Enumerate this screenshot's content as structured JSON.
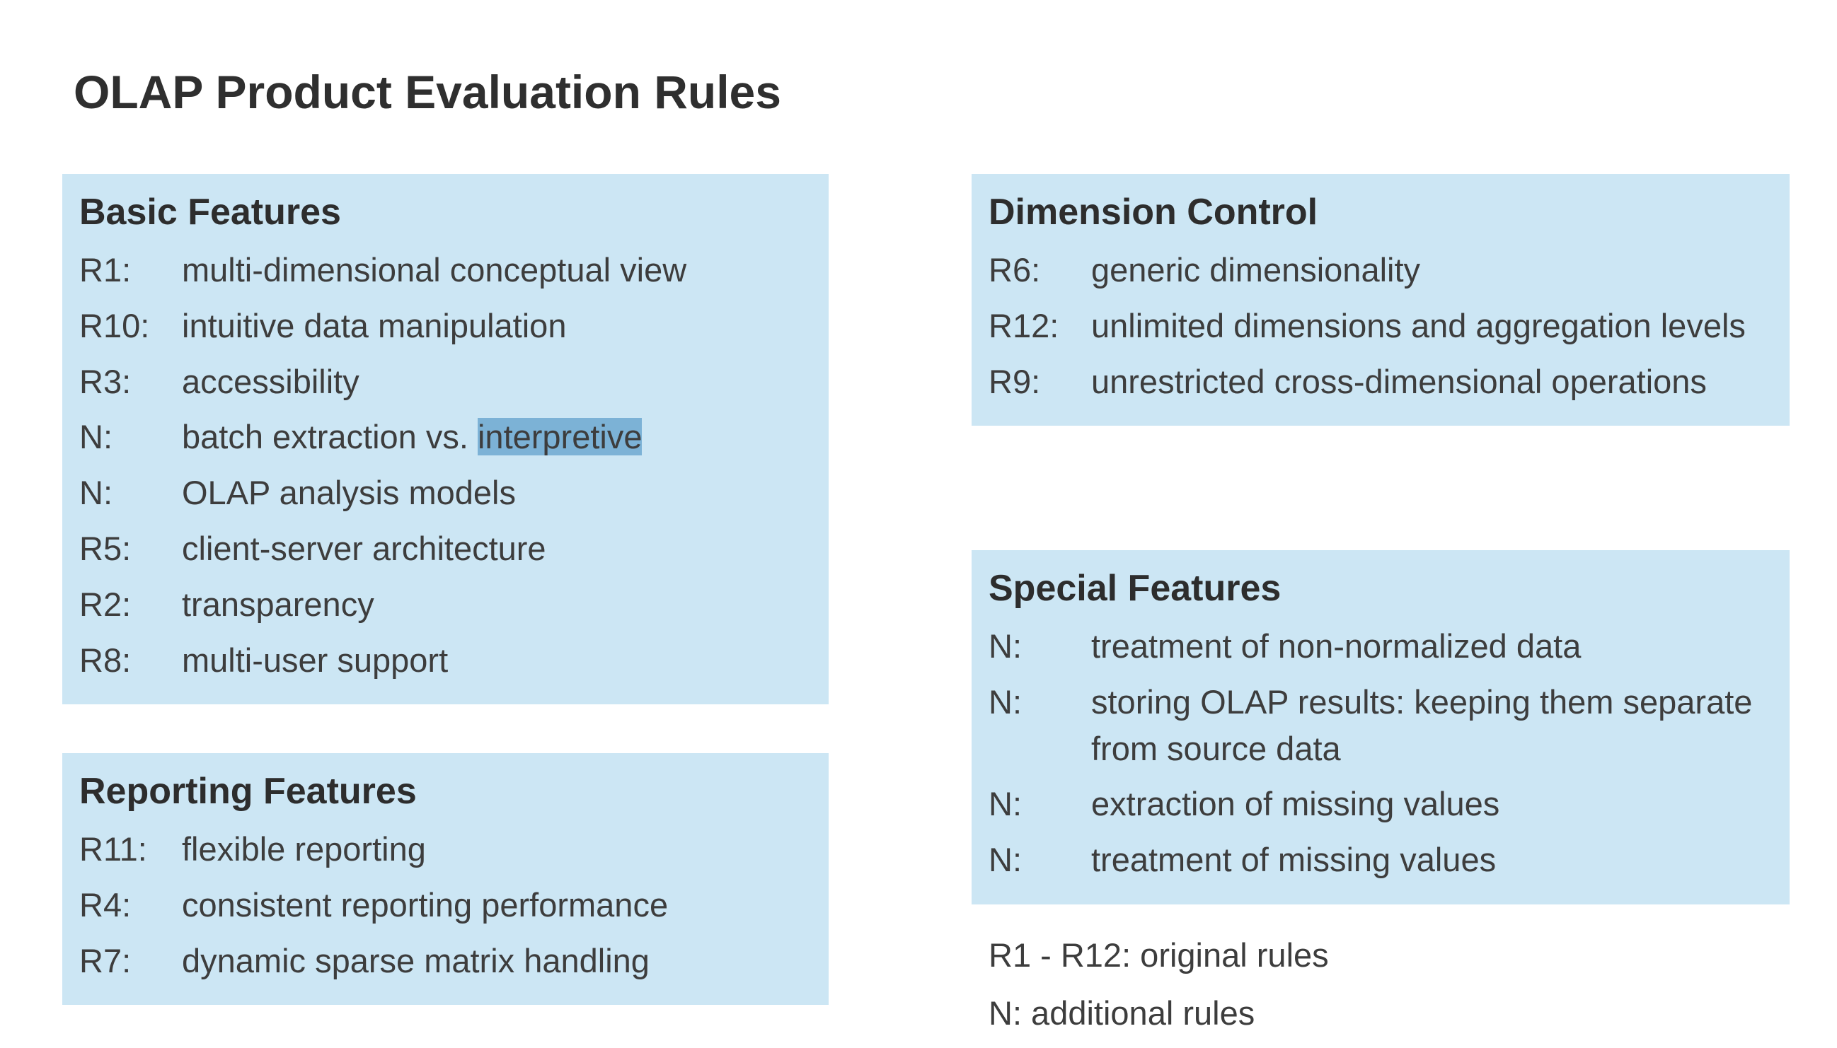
{
  "title": "OLAP Product Evaluation Rules",
  "colors": {
    "box_background": "#cce6f4",
    "highlight_background": "#7cb2d6",
    "text": "#3d3d3d"
  },
  "boxes": {
    "basic": {
      "heading": "Basic Features",
      "items": [
        {
          "label": "R1:",
          "text": "multi-dimensional conceptual view"
        },
        {
          "label": "R10:",
          "text": "intuitive data manipulation"
        },
        {
          "label": "R3:",
          "text": "accessibility"
        },
        {
          "label": "N:",
          "text_before": "batch extraction vs. ",
          "highlight": "interpretive"
        },
        {
          "label": "N:",
          "text": "OLAP analysis models"
        },
        {
          "label": "R5:",
          "text": "client-server architecture"
        },
        {
          "label": "R2:",
          "text": "transparency"
        },
        {
          "label": "R8:",
          "text": "multi-user support"
        }
      ]
    },
    "dimension": {
      "heading": "Dimension Control",
      "items": [
        {
          "label": "R6:",
          "text": "generic dimensionality"
        },
        {
          "label": "R12:",
          "text": "unlimited dimensions and aggregation levels"
        },
        {
          "label": "R9:",
          "text": "unrestricted cross-dimensional operations"
        }
      ]
    },
    "reporting": {
      "heading": "Reporting Features",
      "items": [
        {
          "label": "R11:",
          "text": "flexible reporting"
        },
        {
          "label": "R4:",
          "text": "consistent reporting performance"
        },
        {
          "label": "R7:",
          "text": "dynamic sparse matrix handling"
        }
      ]
    },
    "special": {
      "heading": "Special Features",
      "items": [
        {
          "label": "N:",
          "text": "treatment of non-normalized data"
        },
        {
          "label": "N:",
          "text": "storing OLAP results: keeping them separate from source data"
        },
        {
          "label": "N:",
          "text": "extraction of missing values"
        },
        {
          "label": "N:",
          "text": "treatment of missing values"
        }
      ]
    }
  },
  "legend": {
    "line1": "R1 - R12: original rules",
    "line2": "N: additional rules"
  }
}
